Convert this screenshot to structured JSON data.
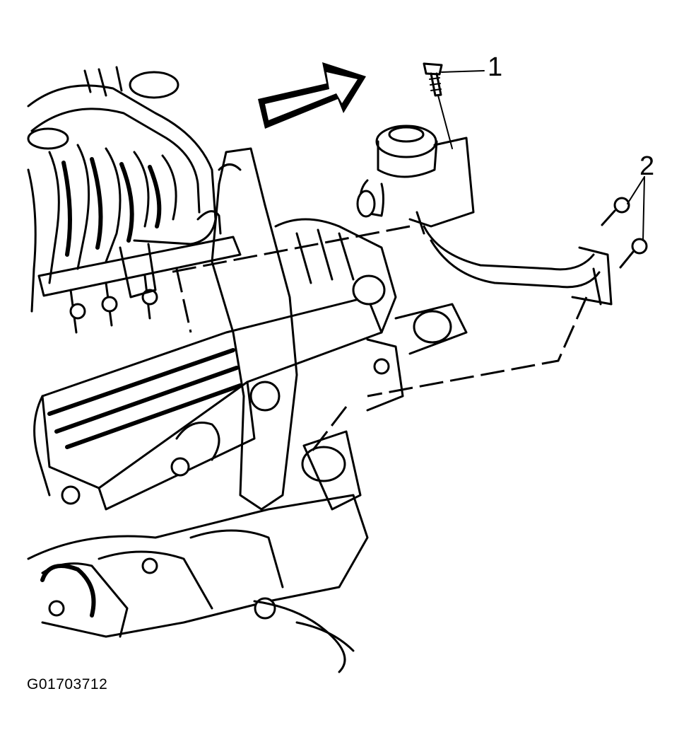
{
  "callouts": {
    "one": "1",
    "two": "2"
  },
  "figure_id": "G01703712",
  "colors": {
    "ink": "#000000",
    "paper": "#ffffff"
  }
}
